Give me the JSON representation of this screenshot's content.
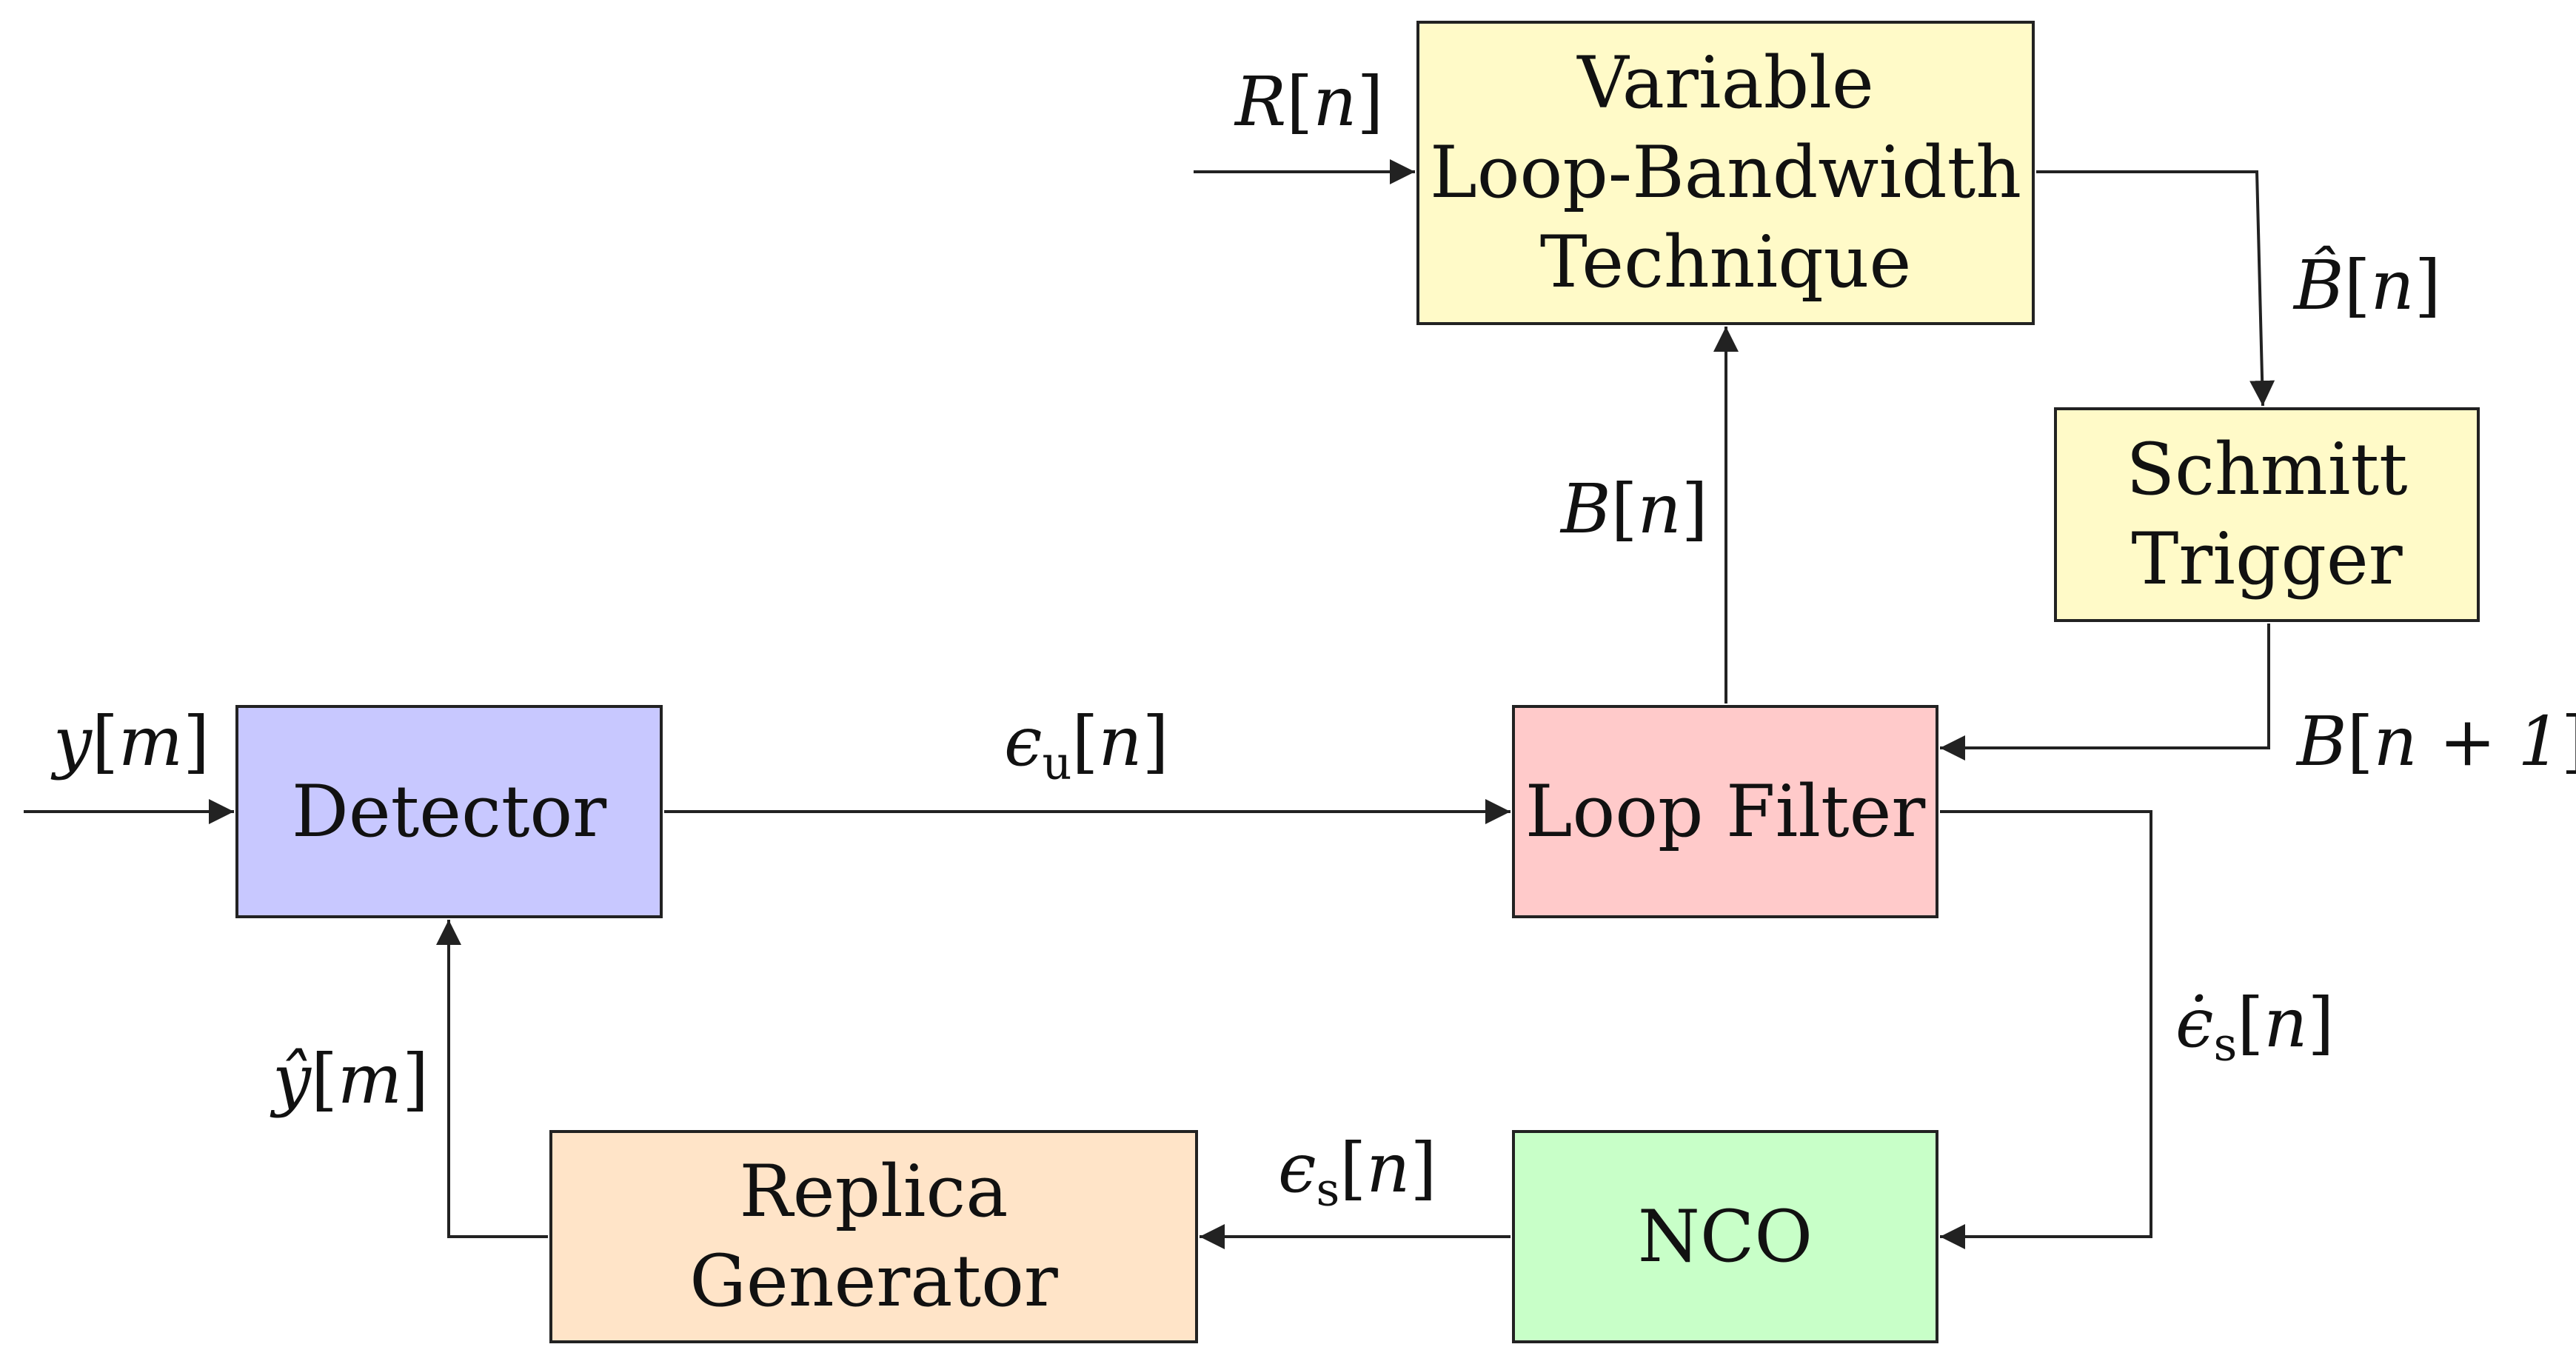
{
  "blocks": {
    "vlbt": {
      "lines": [
        "Variable",
        "Loop-Bandwidth",
        "Technique"
      ],
      "color": "#fffac8"
    },
    "schmitt": {
      "lines": [
        "Schmitt",
        "Trigger"
      ],
      "color": "#fffac8"
    },
    "detector": {
      "lines": [
        "Detector"
      ],
      "color": "#c8c8ff"
    },
    "loop_filter": {
      "lines": [
        "Loop Filter"
      ],
      "color": "#ffcaca"
    },
    "nco": {
      "lines": [
        "NCO"
      ],
      "color": "#c8ffc8"
    },
    "replica": {
      "lines": [
        "Replica Generator"
      ],
      "color": "#ffe4c8"
    }
  },
  "signals": {
    "r_n": {
      "sym": "R",
      "idx": "n"
    },
    "bhat_n": {
      "sym": "B̂",
      "idx": "n"
    },
    "b_n": {
      "sym": "B",
      "idx": "n"
    },
    "b_n1": {
      "sym": "B",
      "idx": "n + 1"
    },
    "y_m": {
      "sym": "y",
      "idx": "m"
    },
    "eps_u": {
      "sym": "ϵ",
      "sub": "u",
      "idx": "n"
    },
    "epsdot_s": {
      "sym": "ϵ̇",
      "sub": "s",
      "idx": "n"
    },
    "eps_s": {
      "sym": "ϵ",
      "sub": "s",
      "idx": "n"
    },
    "yhat_m": {
      "sym": "ŷ",
      "idx": "m"
    }
  },
  "colors": {
    "stroke": "#222222",
    "text": "#111111"
  }
}
